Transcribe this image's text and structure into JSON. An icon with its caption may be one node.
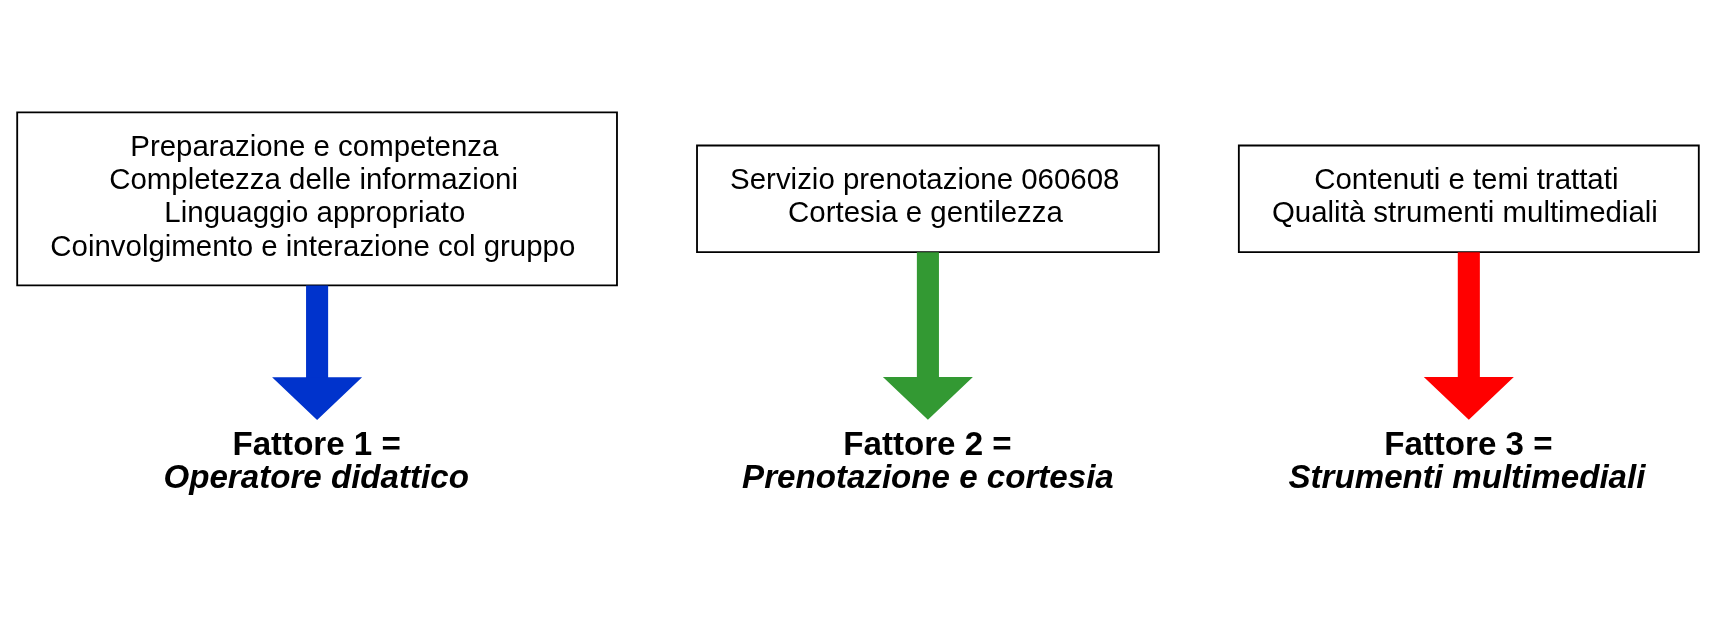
{
  "diagram": {
    "nodes": [
      {
        "text": [
          "Preparazione e competenza",
          "Completezza delle informazioni",
          "Linguaggio appropriato",
          "Coinvolgimento e interazione col gruppo"
        ]
      },
      {
        "text": [
          "Servizio prenotazione 060608",
          "Cortesia e gentilezza"
        ]
      },
      {
        "text": [
          "Contenuti e temi trattati",
          "Qualità strumenti multimediali"
        ]
      },
      {
        "text": [
          "Fattore 1 =",
          "Operatore didattico"
        ]
      },
      {
        "text": [
          "Fattore 2 =",
          "Prenotazione e cortesia"
        ]
      },
      {
        "text": [
          "Fattore 3 =",
          "Strumenti multimediali"
        ]
      }
    ],
    "edges": [
      {
        "from": 0,
        "to": 3,
        "arrow": "to",
        "color": "#0033cc"
      },
      {
        "from": 1,
        "to": 4,
        "arrow": "to",
        "color": "#339933"
      },
      {
        "from": 2,
        "to": 5,
        "arrow": "to",
        "color": "#ff0000"
      }
    ]
  }
}
